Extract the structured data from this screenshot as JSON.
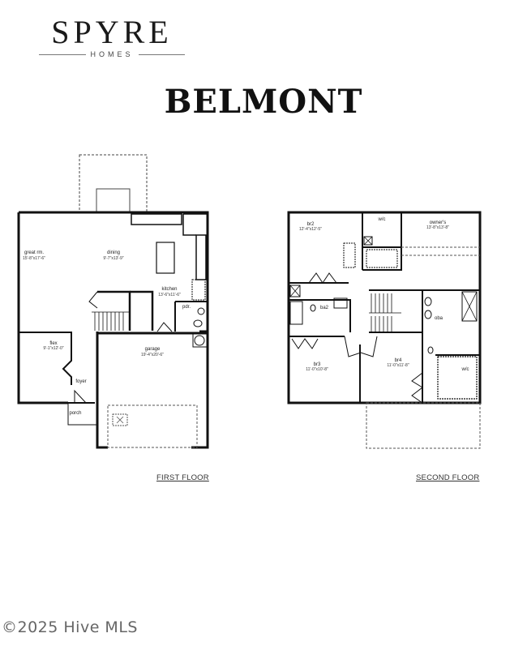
{
  "brand": {
    "name": "SPYRE",
    "subtitle": "HOMES"
  },
  "plan_title": "BELMONT",
  "first_floor": {
    "label": "FIRST FLOOR",
    "rooms": [
      {
        "name": "great rm.",
        "dims": "15'-8\"x17'-6\""
      },
      {
        "name": "dining",
        "dims": "9'-7\"x13'-9\""
      },
      {
        "name": "kitchen",
        "dims": "13'-6\"x11'-6\""
      },
      {
        "name": "pdr.",
        "dims": ""
      },
      {
        "name": "flex",
        "dims": "9'-1\"x12'-0\""
      },
      {
        "name": "garage",
        "dims": "19'-4\"x20'-6\""
      },
      {
        "name": "foyer",
        "dims": ""
      },
      {
        "name": "porch",
        "dims": ""
      }
    ]
  },
  "second_floor": {
    "label": "SECOND FLOOR",
    "rooms": [
      {
        "name": "br2",
        "dims": "12'-4\"x12'-5\""
      },
      {
        "name": "w/c",
        "dims": ""
      },
      {
        "name": "owner's",
        "dims": "13'-8\"x13'-8\""
      },
      {
        "name": "ba2",
        "dims": ""
      },
      {
        "name": "oba",
        "dims": ""
      },
      {
        "name": "br3",
        "dims": "11'-0\"x10'-8\""
      },
      {
        "name": "br4",
        "dims": "11'-0\"x11'-8\""
      },
      {
        "name": "w/c",
        "dims": ""
      }
    ]
  },
  "footer": "©2025 Hive MLS"
}
